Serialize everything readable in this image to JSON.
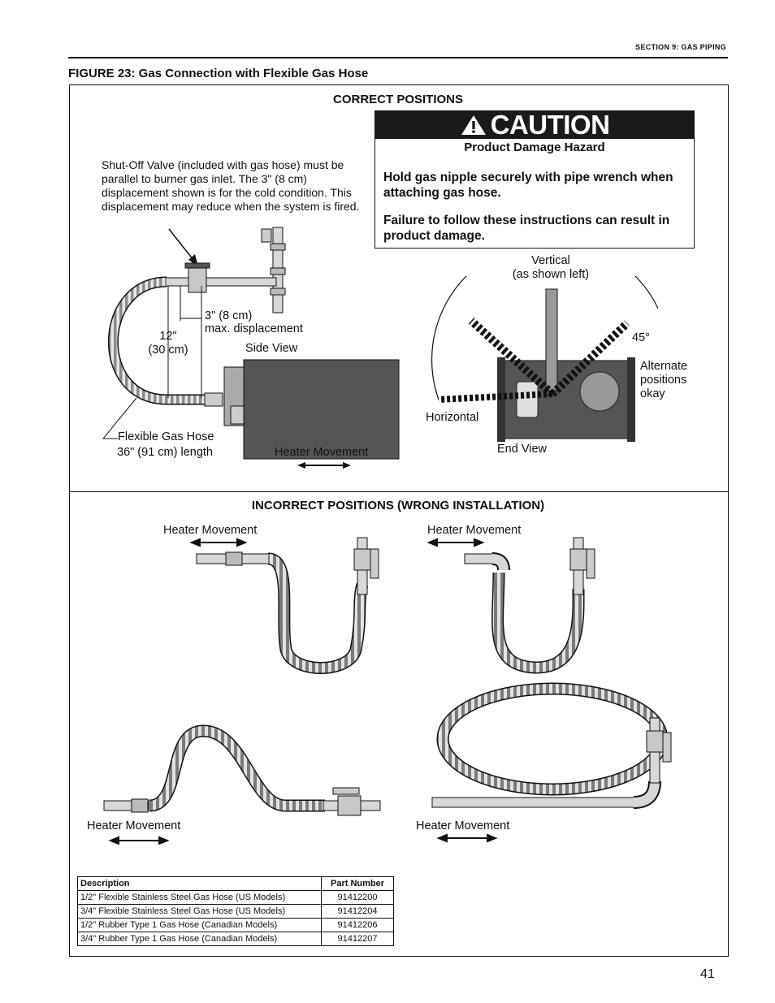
{
  "header": {
    "section": "SECTION 9: GAS PIPING"
  },
  "figure_title": "FIGURE 23: Gas Connection with Flexible Gas Hose",
  "correct": {
    "heading": "CORRECT POSITIONS",
    "caution": {
      "title": "CAUTION",
      "hazard": "Product Damage Hazard",
      "message1": "Hold gas nipple securely with pipe wrench when attaching gas hose.",
      "message2": "Failure to follow these instructions can result in product damage."
    },
    "valve_note": "Shut-Off Valve (included with gas hose) must be parallel to burner gas inlet. The 3\" (8 cm) displacement shown is for the cold condition. This displacement may reduce when the system is fired.",
    "displacement_line1": "3\" (8 cm)",
    "displacement_line2": "max. displacement",
    "length_line1": "12\"",
    "length_line2": "(30 cm)",
    "side_view": "Side View",
    "hose_line1": "Flexible Gas Hose",
    "hose_line2": "36\" (91 cm) length",
    "heater_movement": "Heater Movement",
    "vertical_line1": "Vertical",
    "vertical_line2": "(as shown left)",
    "angle": "45°",
    "alternate_line1": "Alternate",
    "alternate_line2": "positions",
    "alternate_line3": "okay",
    "horizontal": "Horizontal",
    "end_view": "End View"
  },
  "incorrect": {
    "heading": "INCORRECT POSITIONS (WRONG INSTALLATION)",
    "heater_movement": "Heater Movement"
  },
  "parts_table": {
    "headers": [
      "Description",
      "Part Number"
    ],
    "rows": [
      [
        "1/2\" Flexible Stainless Steel Gas Hose (US Models)",
        "91412200"
      ],
      [
        "3/4\" Flexible Stainless Steel Gas Hose (US Models)",
        "91412204"
      ],
      [
        "1/2\" Rubber Type 1 Gas Hose (Canadian Models)",
        "91412206"
      ],
      [
        "3/4\" Rubber Type 1 Gas Hose (Canadian Models)",
        "91412207"
      ]
    ]
  },
  "page_number": "41"
}
